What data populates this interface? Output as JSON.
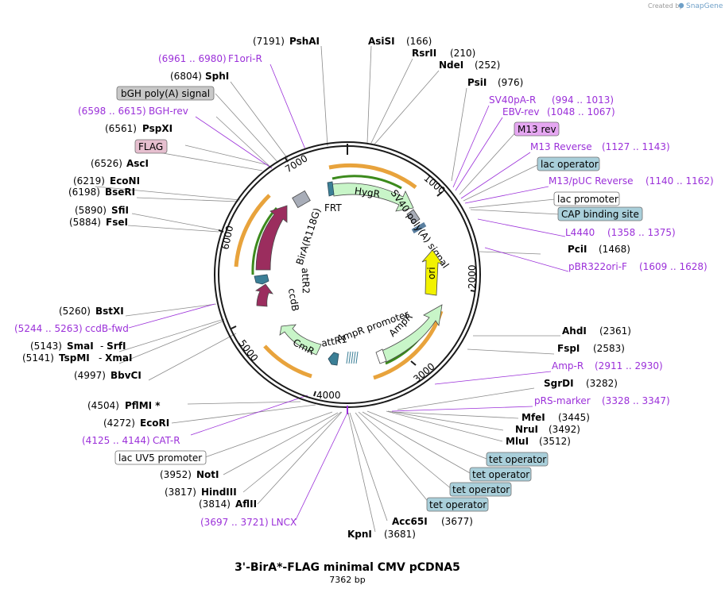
{
  "credit": {
    "prefix": "Created by",
    "brand": "SnapGene"
  },
  "plasmid": {
    "name": "3'-BirA*-FLAG minimal CMV pCDNA5",
    "size_label": "7362 bp",
    "length": 7362
  },
  "ring_ticks": [
    "1000",
    "2000",
    "3000",
    "4000",
    "5000",
    "6000",
    "7000"
  ],
  "sites": [
    {
      "name": "PshAI",
      "pos": "(7191)"
    },
    {
      "name": "AsiSI",
      "pos": "(166)"
    },
    {
      "name": "RsrII",
      "pos": "(210)"
    },
    {
      "name": "NdeI",
      "pos": "(252)"
    },
    {
      "name": "SphI",
      "pos": "(6804)"
    },
    {
      "name": "PsiI",
      "pos": "(976)"
    },
    {
      "name": "PspXI",
      "pos": "(6561)"
    },
    {
      "name": "AscI",
      "pos": "(6526)"
    },
    {
      "name": "EcoNI",
      "pos": "(6219)"
    },
    {
      "name": "BseRI",
      "pos": "(6198)"
    },
    {
      "name": "SfiI",
      "pos": "(5890)"
    },
    {
      "name": "FseI",
      "pos": "(5884)"
    },
    {
      "name": "PciI",
      "pos": "(1468)"
    },
    {
      "name": "BstXI",
      "pos": "(5260)"
    },
    {
      "name": "SmaI",
      "pos": "(5143)"
    },
    {
      "name": "SrfI",
      "pos": ""
    },
    {
      "name": "TspMI",
      "pos": "(5141)"
    },
    {
      "name": "XmaI",
      "pos": ""
    },
    {
      "name": "BbvCI",
      "pos": "(4997)"
    },
    {
      "name": "AhdI",
      "pos": "(2361)"
    },
    {
      "name": "FspI",
      "pos": "(2583)"
    },
    {
      "name": "SgrDI",
      "pos": "(3282)"
    },
    {
      "name": "PflMI *",
      "pos": "(4504)"
    },
    {
      "name": "EcoRI",
      "pos": "(4272)"
    },
    {
      "name": "MfeI",
      "pos": "(3445)"
    },
    {
      "name": "NruI",
      "pos": "(3492)"
    },
    {
      "name": "MluI",
      "pos": "(3512)"
    },
    {
      "name": "NotI",
      "pos": "(3952)"
    },
    {
      "name": "HindIII",
      "pos": "(3817)"
    },
    {
      "name": "AflII",
      "pos": "(3814)"
    },
    {
      "name": "Acc65I",
      "pos": "(3677)"
    },
    {
      "name": "KpnI",
      "pos": "(3681)"
    }
  ],
  "primers": [
    {
      "name": "F1ori-R",
      "range": "(6961 .. 6980)"
    },
    {
      "name": "BGH-rev",
      "range": "(6598 .. 6615)"
    },
    {
      "name": "SV40pA-R",
      "range": "(994 .. 1013)"
    },
    {
      "name": "EBV-rev",
      "range": "(1048 .. 1067)"
    },
    {
      "name": "M13 Reverse",
      "range": "(1127 .. 1143)"
    },
    {
      "name": "M13/pUC Reverse",
      "range": "(1140 .. 1162)"
    },
    {
      "name": "L4440",
      "range": "(1358 .. 1375)"
    },
    {
      "name": "pBR322ori-F",
      "range": "(1609 .. 1628)"
    },
    {
      "name": "ccdB-fwd",
      "range": "(5244 .. 5263)"
    },
    {
      "name": "Amp-R",
      "range": "(2911 .. 2930)"
    },
    {
      "name": "pRS-marker",
      "range": "(3328 .. 3347)"
    },
    {
      "name": "CAT-R",
      "range": "(4125 .. 4144)"
    },
    {
      "name": "LNCX",
      "range": "(3697 .. 3721)"
    }
  ],
  "boxed_features": [
    {
      "name": "bGH poly(A) signal",
      "fill": "#c8c8c8"
    },
    {
      "name": "FLAG",
      "fill": "#e6bfcf"
    },
    {
      "name": "M13 rev",
      "fill": "#e6a7f2"
    },
    {
      "name": "lac operator",
      "fill": "#a9cfda"
    },
    {
      "name": "lac promoter",
      "fill": "#ffffff"
    },
    {
      "name": "CAP binding site",
      "fill": "#a9cfda"
    },
    {
      "name": "lac UV5 promoter",
      "fill": "#ffffff"
    },
    {
      "name": "tet operator",
      "fill": "#a9cfda"
    },
    {
      "name": "tet operator",
      "fill": "#a9cfda"
    },
    {
      "name": "tet operator",
      "fill": "#a9cfda"
    },
    {
      "name": "tet operator",
      "fill": "#a9cfda"
    }
  ],
  "inner_features": [
    {
      "name": "HygR",
      "color": "#c8f5c8"
    },
    {
      "name": "SV40 poly(A) signal",
      "color": "#a8adb8"
    },
    {
      "name": "FRT",
      "color": "#3b7f96"
    },
    {
      "name": "ori",
      "color": "#f2f200"
    },
    {
      "name": "AmpR",
      "color": "#c8f5c8"
    },
    {
      "name": "AmpR promoter",
      "color": "#ffffff"
    },
    {
      "name": "attR1",
      "color": "#3b7f96"
    },
    {
      "name": "CmR",
      "color": "#c8f5c8"
    },
    {
      "name": "ccdB",
      "color": "#9b2d5e"
    },
    {
      "name": "attR2",
      "color": "#3b7f96"
    },
    {
      "name": "BirA(R118G)",
      "color": "#9b2d5e"
    }
  ],
  "colors": {
    "primer": "#9b30d9",
    "orange_arc": "#e8a33c",
    "green_arc": "#3c8a1c",
    "backbone": "#1a1a1a"
  }
}
